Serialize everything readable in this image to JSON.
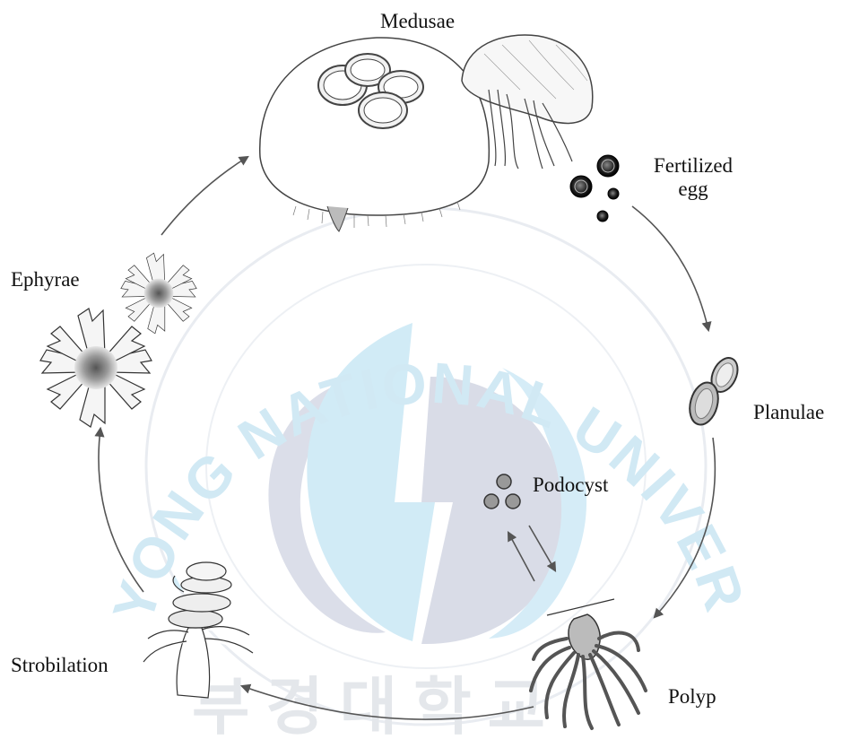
{
  "diagram": {
    "labels": {
      "medusae": "Medusae",
      "fertilized_egg_line1": "Fertilized",
      "fertilized_egg_line2": "egg",
      "planulae": "Planulae",
      "podocyst": "Podocyst",
      "polyp": "Polyp",
      "strobilation": "Strobilation",
      "ephyrae": "Ephyrae"
    }
  },
  "watermark": {
    "arc_text": "PUKYONG NATIONAL UNIVERSITY",
    "korean_text": "부경대학교",
    "colors": {
      "light_blue": "#cfeaf6",
      "gray_blue": "#d9dde8",
      "ring": "#e6eaef"
    }
  },
  "colors": {
    "arrow": "#555555",
    "line_art": "#444444"
  }
}
